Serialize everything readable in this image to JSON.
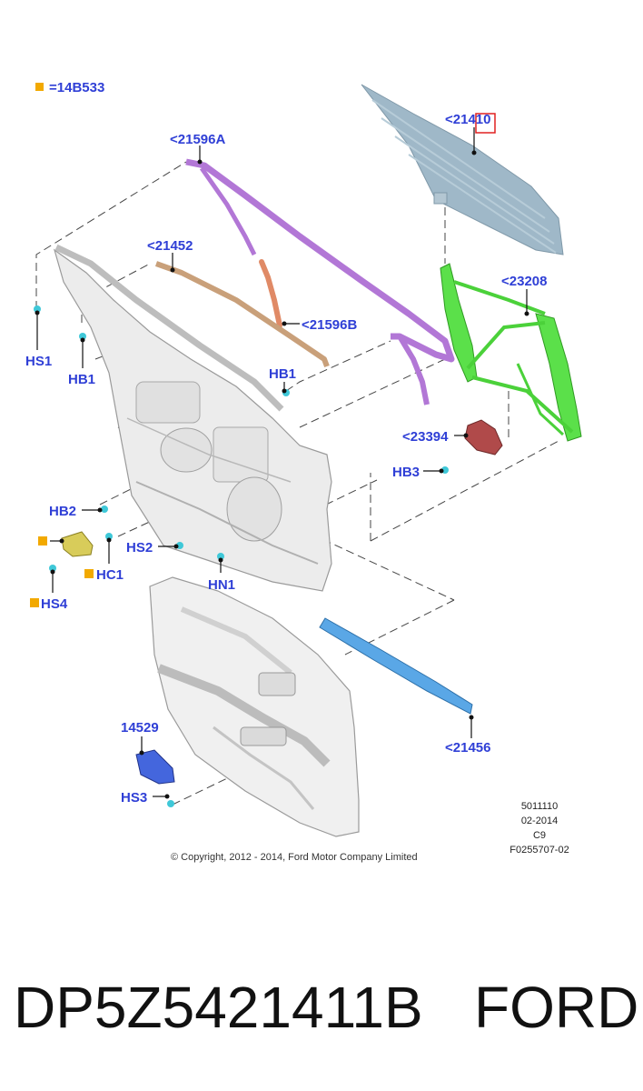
{
  "legend": {
    "code": "=14B533",
    "marker_color": "#f2a900"
  },
  "callouts": {
    "c21410": "<21410",
    "c21596a": "<21596A",
    "c21452": "<21452",
    "c21596b": "<21596B",
    "c23208": "<23208",
    "c23394": "<23394",
    "c21456": "<21456",
    "c14529": "14529",
    "hs1": "HS1",
    "hb1_left": "HB1",
    "hb1_mid": "HB1",
    "hb3": "HB3",
    "hb2": "HB2",
    "hs2": "HS2",
    "hc1": "HC1",
    "hs4": "HS4",
    "hn1": "HN1",
    "hs3": "HS3"
  },
  "info": {
    "line1": "5011110",
    "line2": "02-2014",
    "line3": "C9",
    "line4": "F0255707-02"
  },
  "copyright": "© Copyright, 2012 - 2014, Ford Motor Company Limited",
  "part_number": "DP5Z5421411B",
  "brand": "FORD",
  "colors": {
    "callout_text": "#2f3fd6",
    "glass": "#9fb8c8",
    "regulator": "#5be04a",
    "weatherstrip": "#b277d6",
    "belt_molding": "#c9a07a",
    "run_channel": "#e08a66",
    "motor": "#b04a4a",
    "inner_seal": "#5aa7e6",
    "switch": "#4466dd",
    "highlight_box": "#e02020",
    "clip": "#3fc8d8",
    "bracket": "#d8cc5a"
  }
}
